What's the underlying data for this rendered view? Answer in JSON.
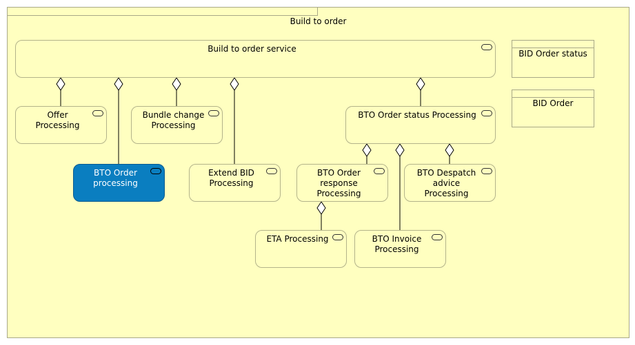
{
  "group": {
    "title": "Build to order"
  },
  "services": {
    "build_to_order_service": "Build to order service",
    "offer_processing": "Offer Processing",
    "bundle_change_processing": "Bundle change\nProcessing",
    "bto_order_status_processing": "BTO Order status Processing",
    "bto_order_processing": "BTO Order\nprocessing",
    "extend_bid_processing": "Extend BID\nProcessing",
    "bto_order_response_processing": "BTO Order\nresponse\nProcessing",
    "bto_despatch_advice_processing": "BTO Despatch\nadvice\nProcessing",
    "eta_processing": "ETA Processing",
    "bto_invoice_processing": "BTO Invoice\nProcessing"
  },
  "objects": {
    "bid_order_status": "BID Order status",
    "bid_order": "BID Order"
  },
  "colors": {
    "node_fill": "#ffffc0",
    "selected_fill": "#0a7ec0",
    "line": "#000000"
  },
  "icons": {
    "service": "service-pill-icon",
    "relation": "aggregation-diamond-icon"
  }
}
